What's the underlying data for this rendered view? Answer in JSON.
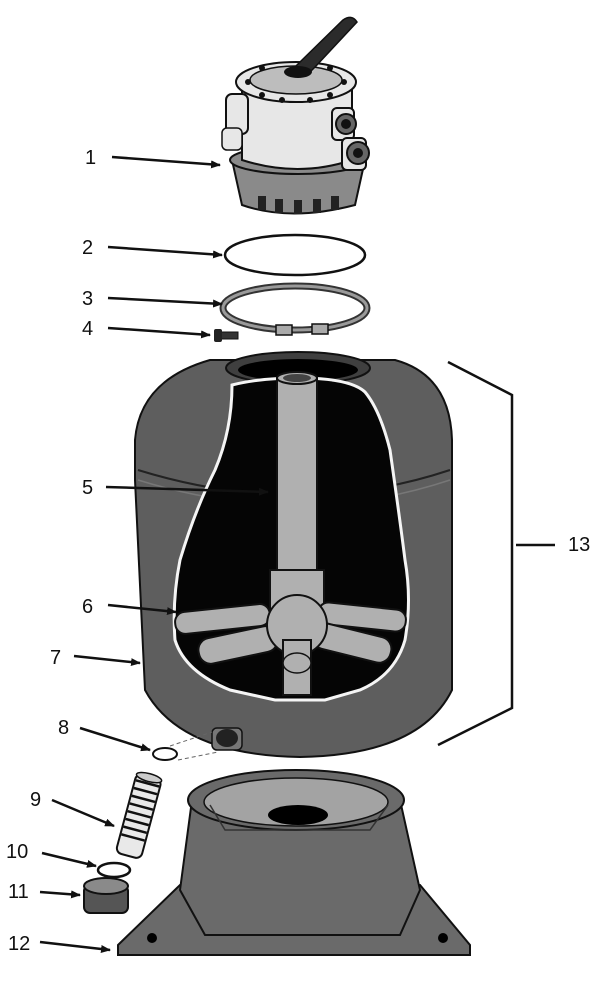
{
  "callouts": [
    {
      "number": "1"
    },
    {
      "number": "2"
    },
    {
      "number": "3"
    },
    {
      "number": "4"
    },
    {
      "number": "5"
    },
    {
      "number": "6"
    },
    {
      "number": "7"
    },
    {
      "number": "8"
    },
    {
      "number": "9"
    },
    {
      "number": "10"
    },
    {
      "number": "11"
    },
    {
      "number": "12"
    },
    {
      "number": "13"
    }
  ],
  "colors": {
    "tank": "#5e5e5e",
    "tank_dark": "#3f3f3f",
    "interior": "#050505",
    "pipe": "#b0b0b0",
    "base": "#6a6a6a",
    "base_inner": "#a3a3a3",
    "valve_body": "#e7e7e7",
    "valve_base": "#8a8a8a",
    "outline": "#111111"
  }
}
